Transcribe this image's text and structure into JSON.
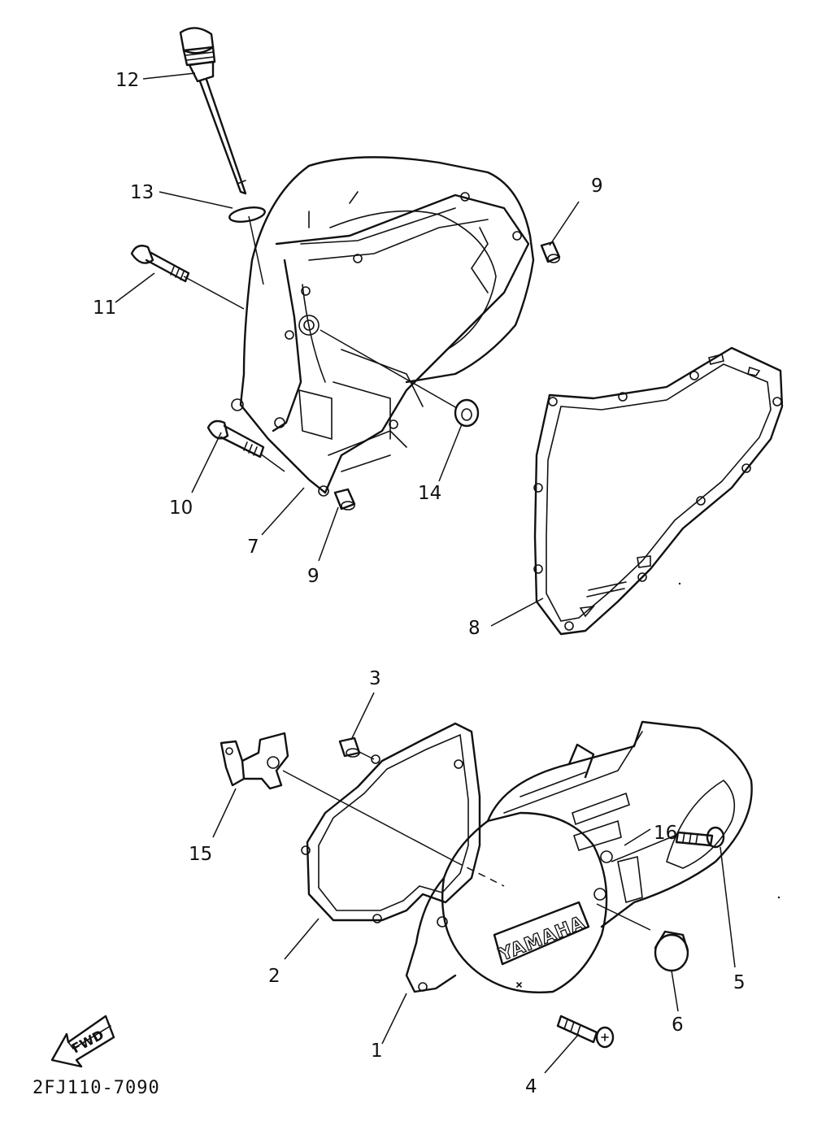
{
  "diagram": {
    "drawing_code": "2FJ110-7090",
    "direction_label": "FWD",
    "cover_brand": "YAMAHA",
    "callouts": [
      "12",
      "13",
      "9",
      "11",
      "14",
      "10",
      "7",
      "9",
      "8",
      "3",
      "15",
      "16",
      "2",
      "5",
      "6",
      "1",
      "4"
    ]
  }
}
